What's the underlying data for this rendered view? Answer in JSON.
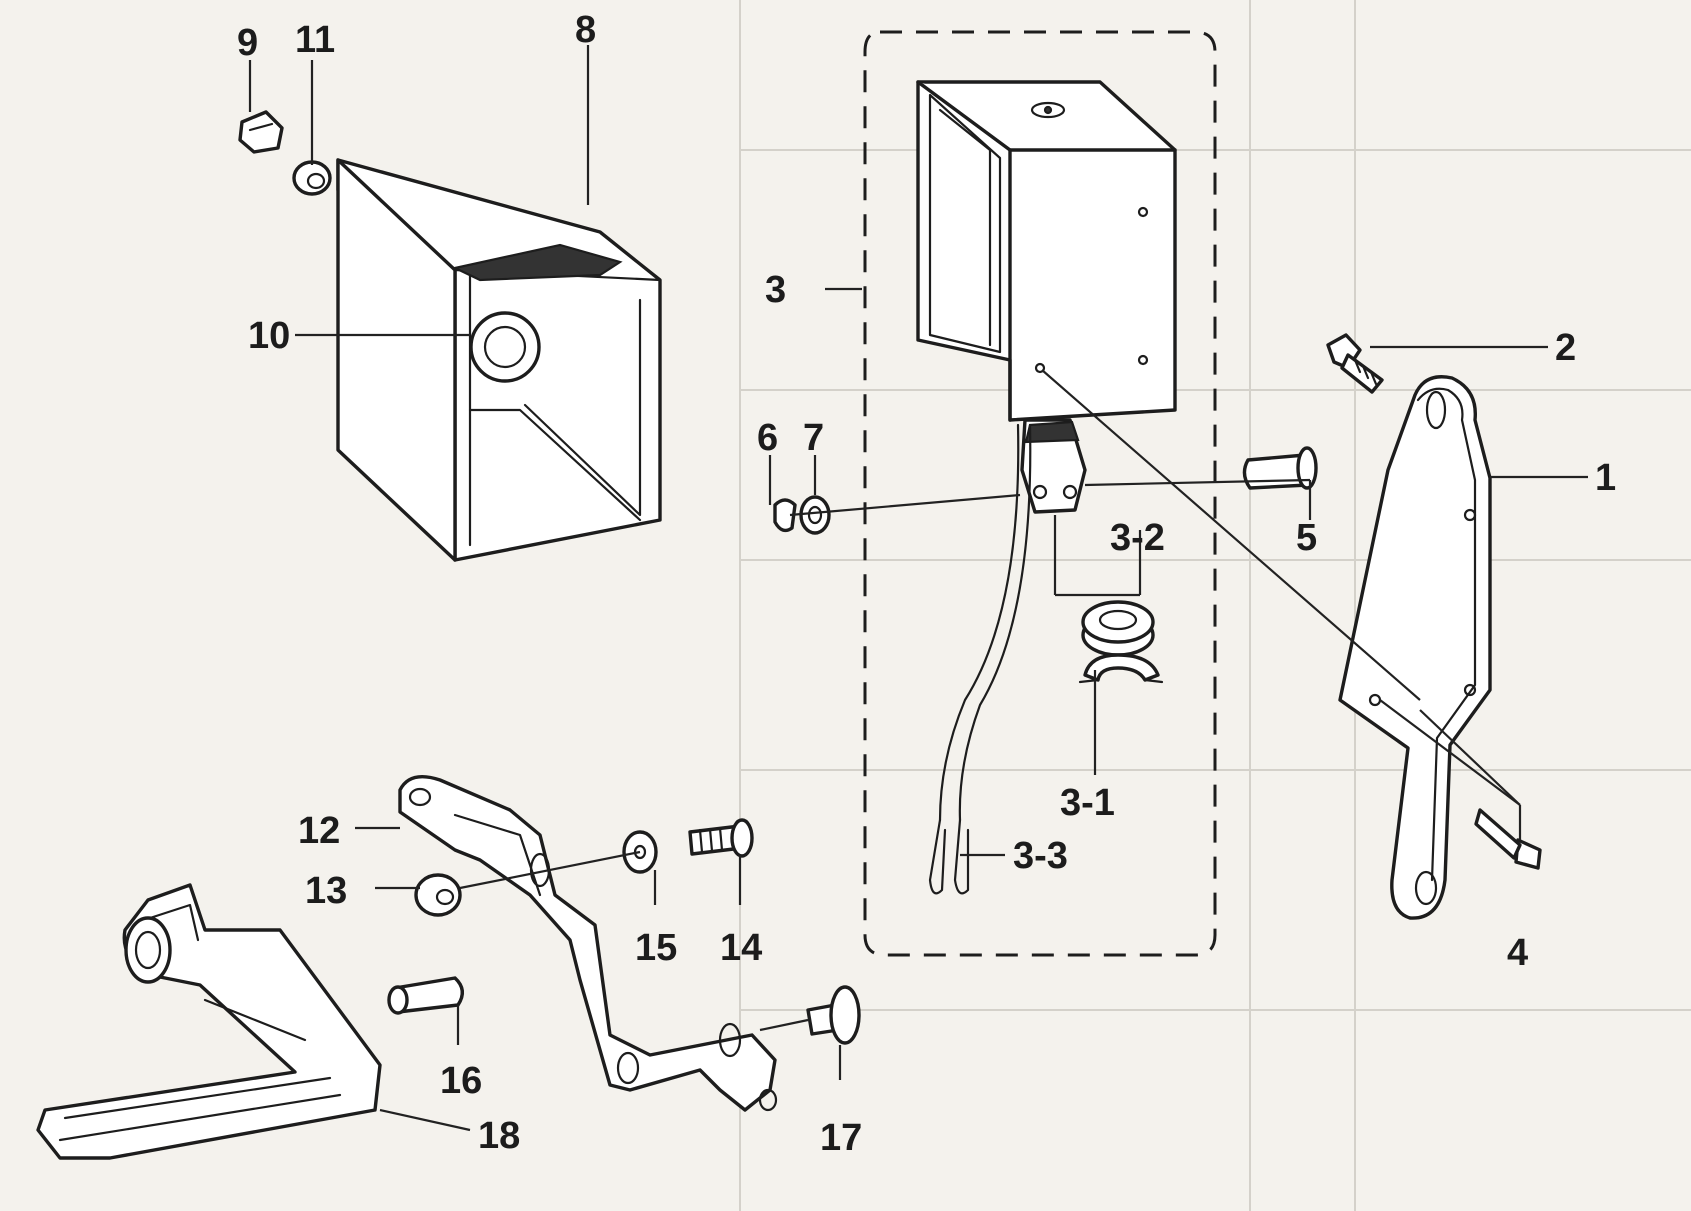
{
  "callouts": {
    "c1": "1",
    "c2": "2",
    "c3": "3",
    "c3_1": "3-1",
    "c3_2": "3-2",
    "c3_3": "3-3",
    "c4": "4",
    "c5": "5",
    "c6": "6",
    "c7": "7",
    "c8": "8",
    "c9": "9",
    "c10": "10",
    "c11": "11",
    "c12": "12",
    "c13": "13",
    "c14": "14",
    "c15": "15",
    "c16": "16",
    "c17": "17",
    "c18": "18"
  }
}
